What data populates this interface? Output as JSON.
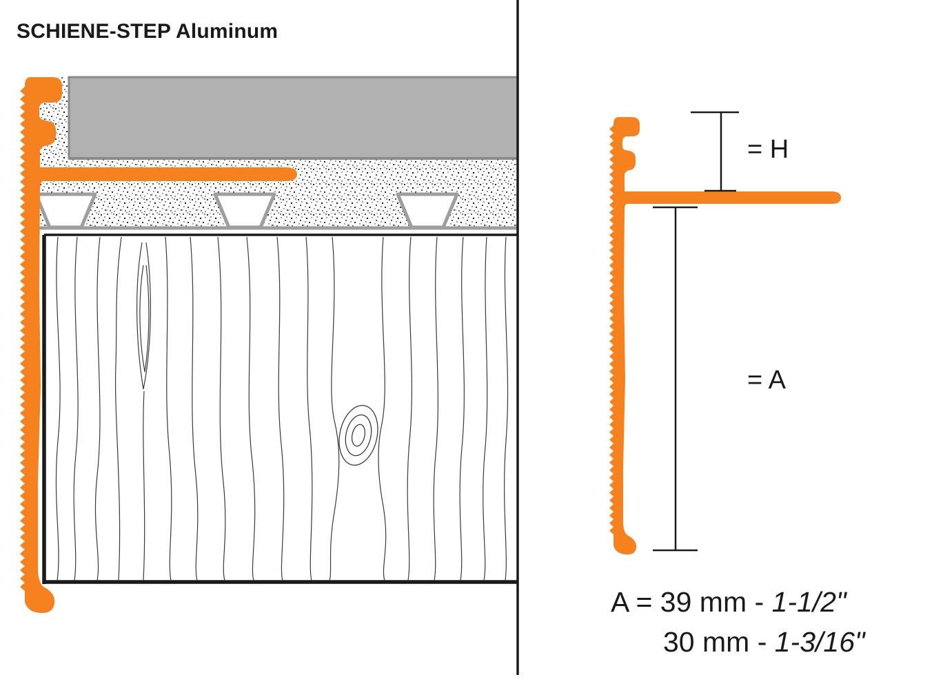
{
  "title": "SCHIENE-STEP Aluminum",
  "colors": {
    "profile_orange": "#F5821F",
    "tile_gray": "#B1B1B1",
    "tile_border": "#8A8A8A",
    "membrane_gray": "#9E9E9E",
    "line_black": "#1A1A1A",
    "grain_gray": "#3A3A3A"
  },
  "detail": {
    "h_label": "= H",
    "a_label": "= A",
    "spec_line1_prefix": "A = 39 mm - ",
    "spec_line1_value": "1-1/2\"",
    "spec_line2_prefix": "30 mm - ",
    "spec_line2_value": "1-3/16\""
  }
}
